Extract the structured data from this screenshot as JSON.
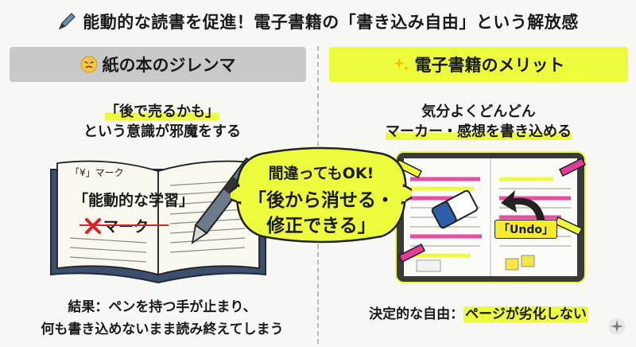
{
  "title": "能動的な読書を促進！電子書籍の「書き込み自由」という解放感",
  "left": {
    "header_icon": "persevering-face-emoji",
    "header": "紙の本のジレンマ",
    "quote_line1": "「後で売るかも」",
    "quote_line2": "という意識が邪魔をする",
    "book_label_yen": "「¥」マーク",
    "book_label_active": "「能動的な学習」",
    "book_label_mark": "マーク",
    "result_line1": "結果：ペンを持つ手が止まり、",
    "result_line2": "何も書き込めないまま読み終えてしまう"
  },
  "right": {
    "header_icon": "sparkles-emoji",
    "header": "電子書籍のメリット",
    "line1": "気分よくどんどん",
    "line2": "マーカー・感想を書き込める",
    "undo_label": "「Undo」",
    "result_prefix": "決定的な自由：",
    "result_highlight": "ページが劣化しない"
  },
  "bubble": {
    "line1": "間違ってもOK!",
    "line2": "「後から消せる・",
    "line3": "修正できる」"
  },
  "colors": {
    "accent_yellow": "#ecfb3c",
    "header_gray": "#c9c9c9",
    "cross_red": "#e02020",
    "book_cover": "#3d4f6e",
    "tablet_frame": "#3a3a3a"
  }
}
